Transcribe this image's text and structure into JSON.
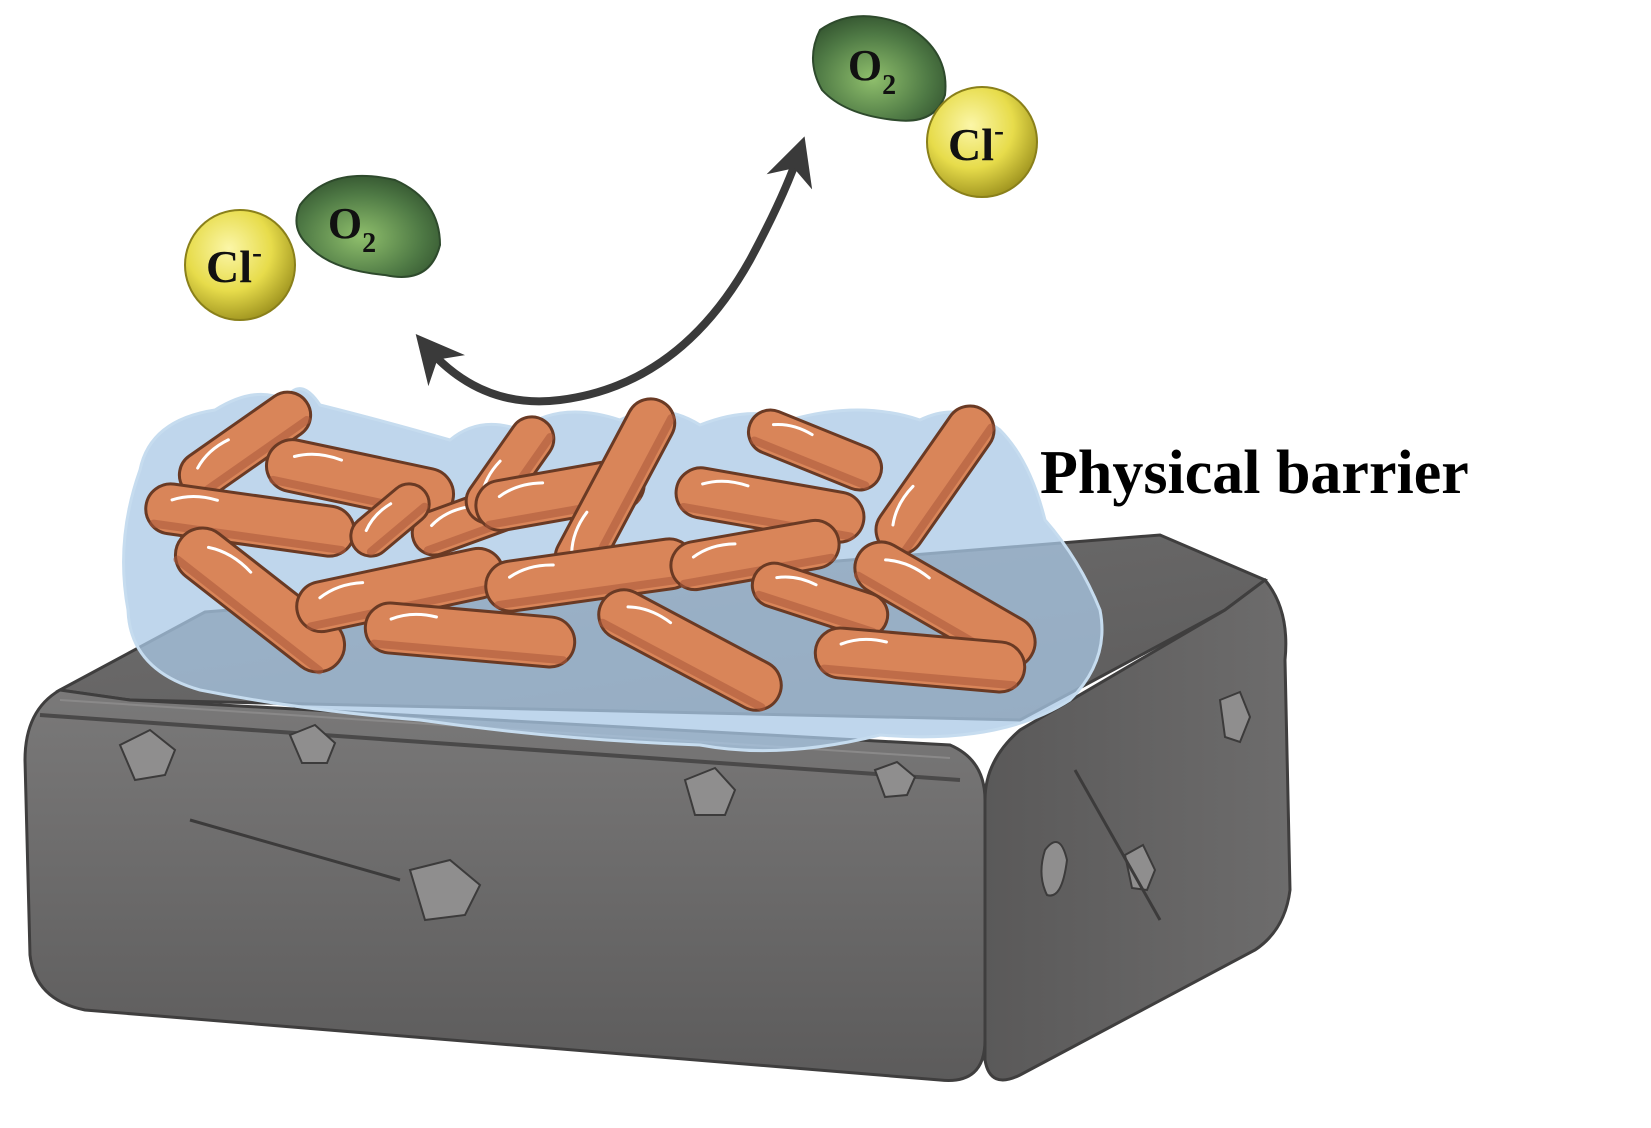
{
  "diagram": {
    "caption": "Physical barrier",
    "species": [
      {
        "id": "o2-left",
        "base": "O",
        "sub": "2",
        "kind": "oxygen"
      },
      {
        "id": "cl-left",
        "base": "Cl",
        "sup": "-",
        "kind": "chloride"
      },
      {
        "id": "o2-right",
        "base": "O",
        "sub": "2",
        "kind": "oxygen"
      },
      {
        "id": "cl-right",
        "base": "Cl",
        "sup": "-",
        "kind": "chloride"
      }
    ],
    "colors": {
      "oxygen": "#4f7a45",
      "chloride": "#e6dc4a",
      "bacteria": "#d98559",
      "bacteria_outline": "#6a3a24",
      "biofilm": "#a9c8e6",
      "metal": "#6b6a6a",
      "metal_dark": "#4a4949",
      "arrow": "#3a3a3a"
    },
    "icons": {
      "arrow": "double-headed-curved-arrow",
      "substrate": "metal-block-icon",
      "bacteria": "rod-bacteria-icon"
    }
  }
}
